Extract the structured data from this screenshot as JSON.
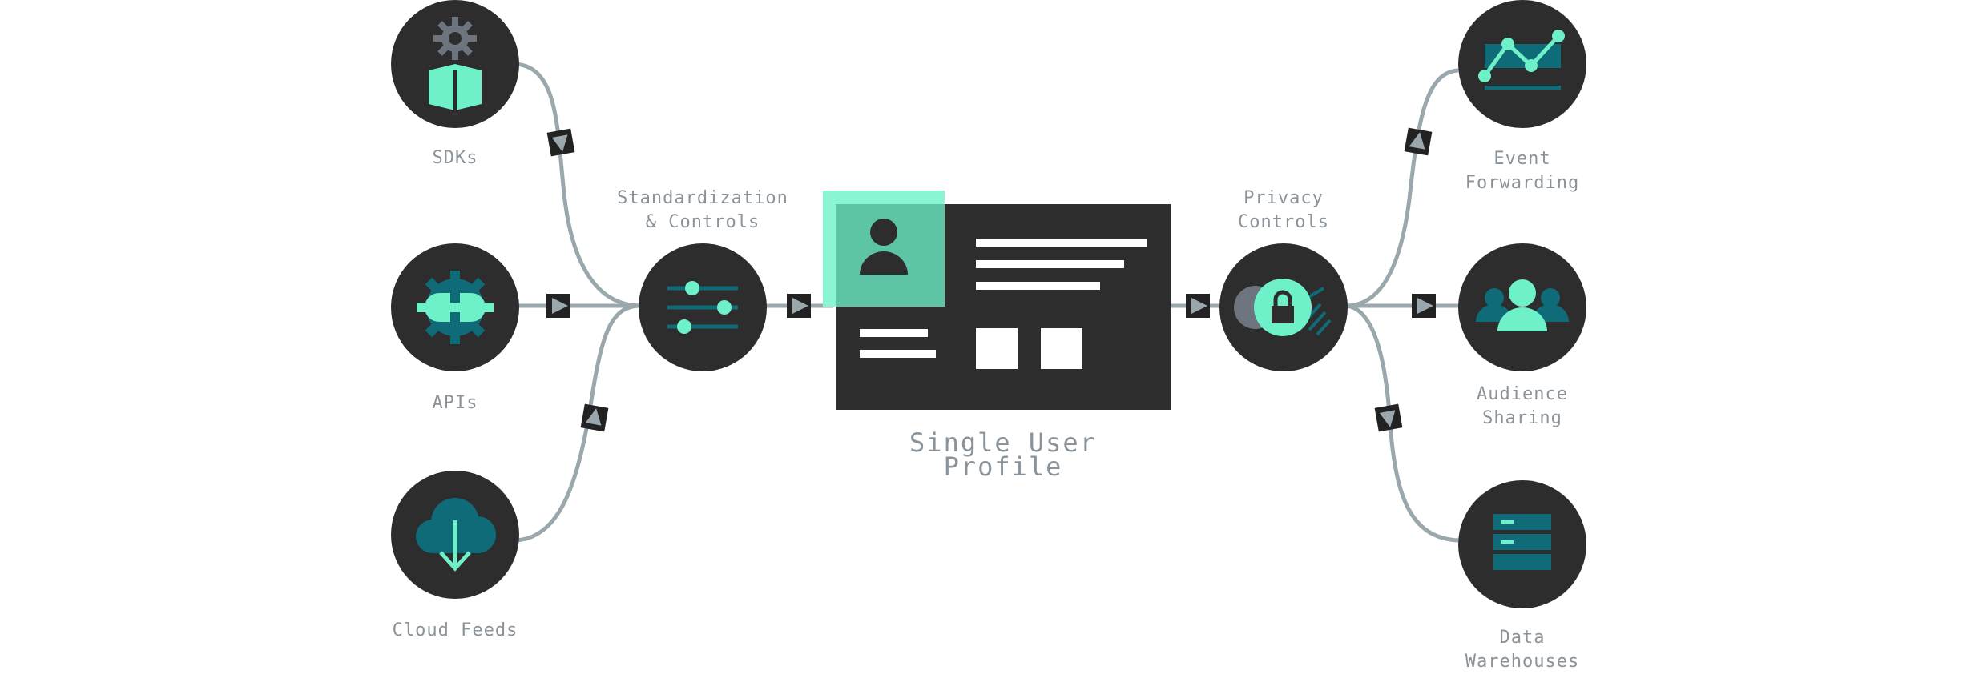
{
  "sources": [
    {
      "id": "sdks",
      "label": "SDKs",
      "icon": "sdk-gear-box-icon"
    },
    {
      "id": "apis",
      "label": "APIs",
      "icon": "plug-gear-icon"
    },
    {
      "id": "cloud_feeds",
      "label": "Cloud Feeds",
      "icon": "cloud-download-icon"
    }
  ],
  "standardization": {
    "label": "Standardization\n& Controls",
    "icon": "sliders-icon"
  },
  "profile": {
    "label": "Single User Profile",
    "icon": "user-avatar-icon"
  },
  "privacy": {
    "label": "Privacy\nControls",
    "icon": "lock-toggle-icon"
  },
  "destinations": [
    {
      "id": "event_forwarding",
      "label": "Event\nForwarding",
      "icon": "line-chart-icon"
    },
    {
      "id": "audience_sharing",
      "label": "Audience\nSharing",
      "icon": "audience-group-icon"
    },
    {
      "id": "data_warehouses",
      "label": "Data\nWarehouses",
      "icon": "database-icon"
    }
  ],
  "colors": {
    "node": "#2d2d2d",
    "accent": "#6ef0c8",
    "accent_dark": "#0f6b78",
    "connector": "#9aa7ad",
    "arrow_marker": "#222222",
    "label": "#8a9399",
    "avatar_block": "#5ec4a6"
  }
}
